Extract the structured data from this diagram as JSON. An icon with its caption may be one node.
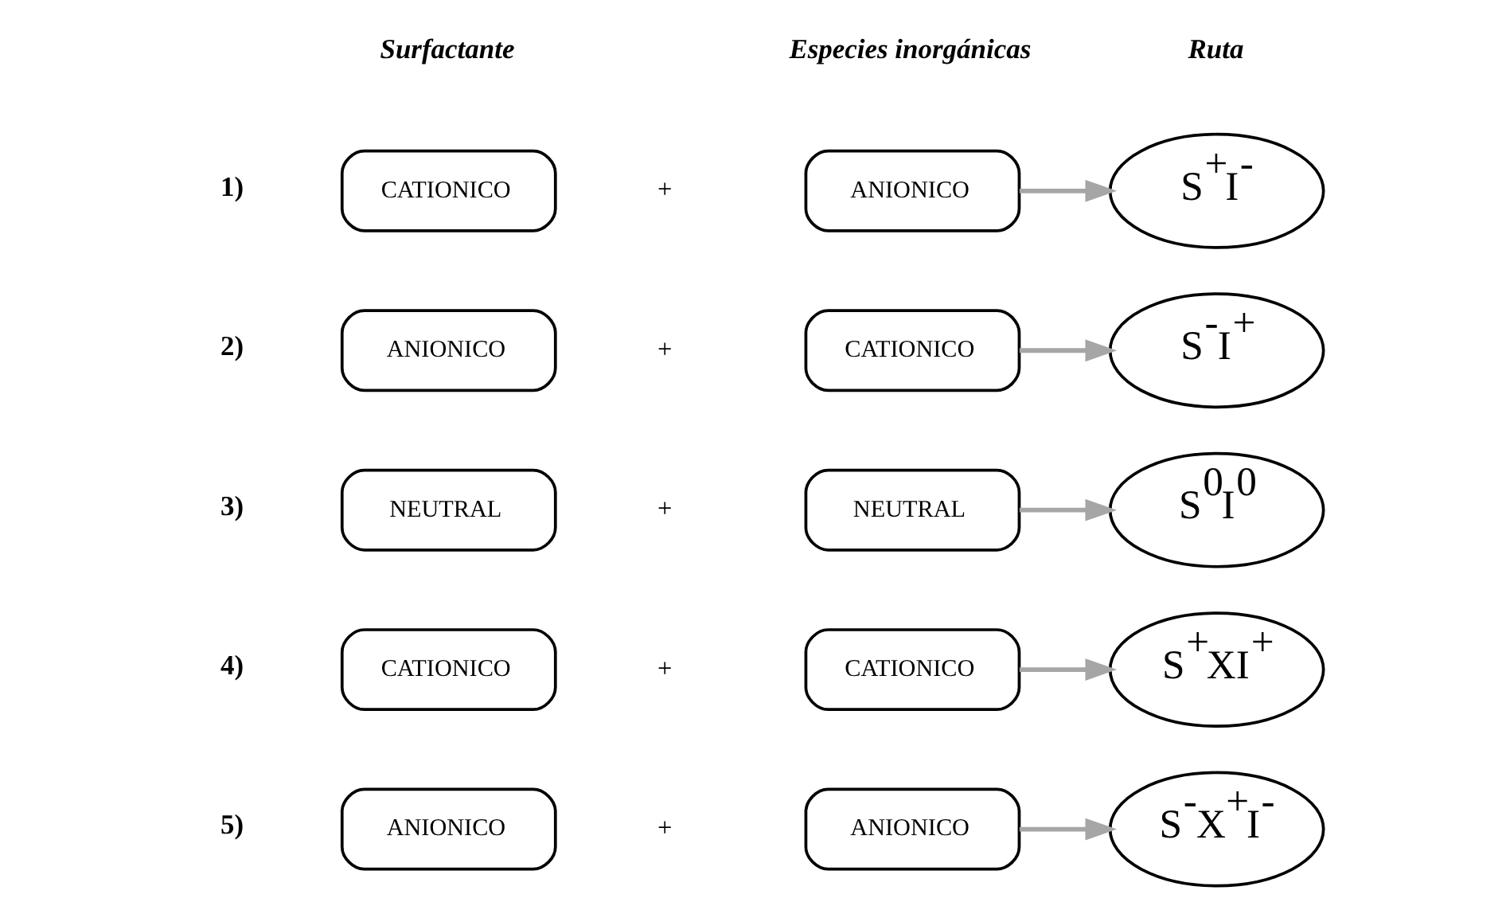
{
  "diagram": {
    "nodes": [
      {
        "text": [
          "CATIONICO"
        ]
      },
      {
        "text": [
          "ANIONICO"
        ]
      },
      {
        "text": [
          "S$^{+}$I$^{-}$"
        ]
      },
      {
        "text": [
          "ANIONICO"
        ]
      },
      {
        "text": [
          "CATIONICO"
        ]
      },
      {
        "text": [
          "S$^{-}$I$^{+}$"
        ]
      },
      {
        "text": [
          "NEUTRAL"
        ]
      },
      {
        "text": [
          "NEUTRAL"
        ]
      },
      {
        "text": [
          "S$^{0}$I$^{0}$"
        ]
      },
      {
        "text": [
          "CATIONICO"
        ]
      },
      {
        "text": [
          "CATIONICO"
        ]
      },
      {
        "text": [
          "S$^{+}$XI$^{+}$"
        ]
      },
      {
        "text": [
          "ANIONICO"
        ]
      },
      {
        "text": [
          "ANIONICO"
        ]
      },
      {
        "text": [
          "S$^{-}$X$^{+}$I$^{-}$"
        ]
      }
    ],
    "edges": [
      {
        "from": 1,
        "to": 2,
        "arrow": "to"
      },
      {
        "from": 4,
        "to": 5,
        "arrow": "to"
      },
      {
        "from": 7,
        "to": 8,
        "arrow": "to"
      },
      {
        "from": 10,
        "to": 11,
        "arrow": "to"
      },
      {
        "from": 13,
        "to": 14,
        "arrow": "to"
      }
    ],
    "labels": [
      "Surfactante",
      "Especies inorgánicas",
      "Ruta",
      "1)",
      "+",
      "2)",
      "+",
      "3)",
      "+",
      "4)",
      "+",
      "5)",
      "+"
    ]
  }
}
